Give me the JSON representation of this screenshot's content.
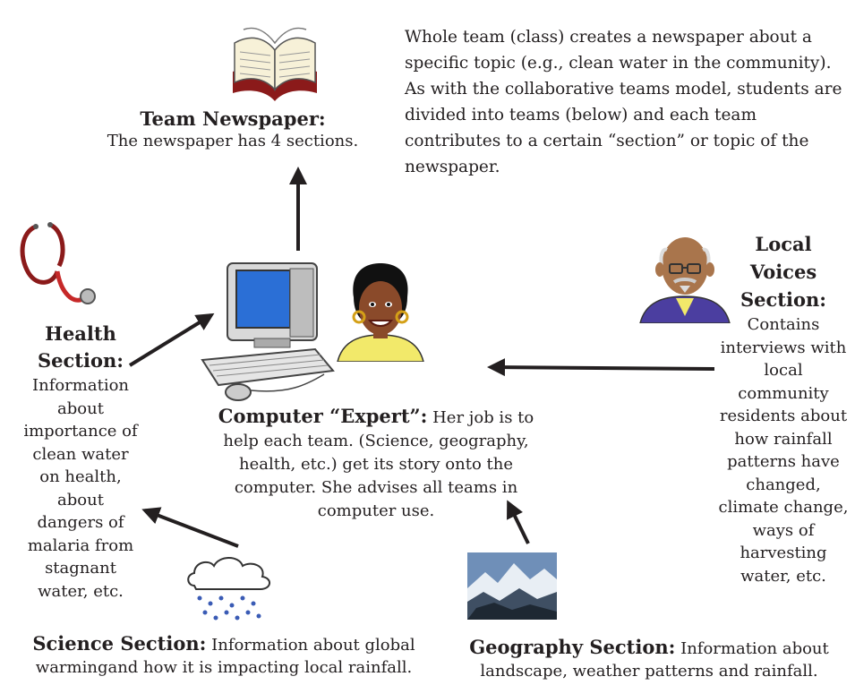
{
  "intro": "Whole team (class) creates a newspaper about a specific topic (e.g., clean water in the community). As with the collaborative teams model, students are divided into teams (below) and each team contributes to a certain “section” or topic of the newspaper.",
  "newspaper": {
    "title": "Team Newspaper:",
    "desc": "The newspaper has 4 sections."
  },
  "health": {
    "title_line1": "Health",
    "title_line2": "Section:",
    "desc": "Information about importance of clean water on health, about dangers of malaria from stagnant water, etc."
  },
  "local": {
    "title_line1": "Local",
    "title_line2": "Voices",
    "title_line3": "Section:",
    "desc": "Contains interviews with local community residents about how rainfall patterns have changed, climate change, ways of harvesting water, etc."
  },
  "expert": {
    "title": "Computer “Expert”:",
    "desc_first": "Her job is to",
    "desc_rest": "help each team. (Science, geography, health, etc.) get its story onto the computer. She advises all teams in computer use."
  },
  "science": {
    "title": "Science Section:",
    "desc_first": "Information about",
    "desc_rest": "global warmingand how it is impacting local rainfall."
  },
  "geography": {
    "title": "Geography Section:",
    "desc_first": "Information about",
    "desc_rest": "landscape, weather patterns and rainfall."
  },
  "colors": {
    "text": "#231f20",
    "arrow": "#231f20"
  }
}
